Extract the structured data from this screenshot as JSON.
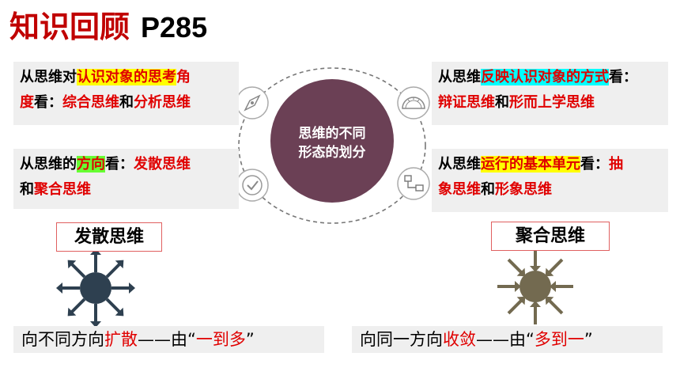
{
  "title": {
    "main": "知识回顾",
    "page": "P285"
  },
  "center": {
    "line1": "思维的不同",
    "line2": "形态的划分"
  },
  "panels": {
    "content": {
      "prefix": "从思维对",
      "highlight": "认识对象的思考",
      "hl_tail": "角",
      "line2_red_a": "度",
      "mid": "看：",
      "a": "综合思维",
      "and": "和",
      "b": "分析思维"
    },
    "direction": {
      "prefix": "从思维的",
      "highlight": "方向",
      "mid": "看：",
      "a": "发散思维",
      "and": "和",
      "b": "聚合思维"
    },
    "reflection": {
      "prefix": "从思维",
      "highlight": "反映认识对象的方式",
      "mid": "看：",
      "a": "辩证思维",
      "and": "和",
      "b": "形而上学思维"
    },
    "unit": {
      "prefix": "从思维",
      "highlight": "运行的基本单元",
      "mid": "看：",
      "a1": "抽",
      "a2": "象思维",
      "and": "和",
      "b": "形象思维"
    }
  },
  "diverge": {
    "label": "发散思维",
    "desc_prefix": "向不同方向",
    "desc_red": "扩散",
    "desc_dash": "——由“",
    "desc_quote": "一到多",
    "desc_end": "”",
    "color": "#2e4050"
  },
  "converge": {
    "label": "聚合思维",
    "desc_prefix": "向同一方向",
    "desc_red": "收敛",
    "desc_dash": "——由“",
    "desc_quote": "多到一",
    "desc_end": "”",
    "color": "#736a50"
  },
  "icons": [
    "compass-icon",
    "protractor-icon",
    "checkmark-icon",
    "flowchart-icon"
  ],
  "colors": {
    "title_red": "#c00000",
    "text_red": "#e00000",
    "center": "#6b4055",
    "icon_border": "#aaaaaa"
  }
}
